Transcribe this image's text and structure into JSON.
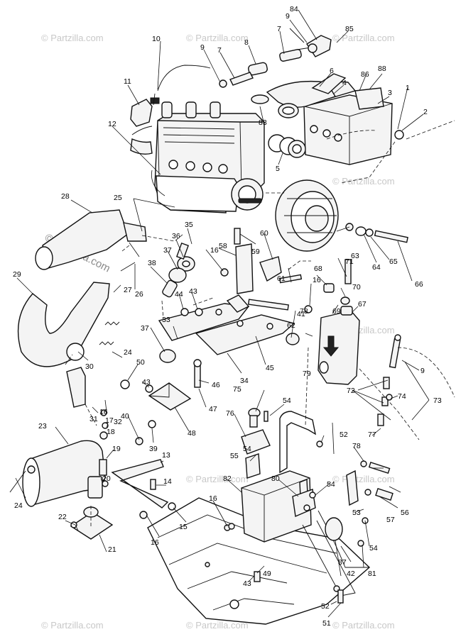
{
  "watermark": {
    "main": "© Partzilla.com",
    "faint": "© Partzilla.com"
  },
  "callouts": {
    "c1": "1",
    "c2": "2",
    "c3": "3",
    "c4": "4",
    "c5": "5",
    "c6": "6",
    "c7a": "7",
    "c7b": "7",
    "c8": "8",
    "c9a": "9",
    "c9b": "9",
    "c9c": "9",
    "c10": "10",
    "c11": "11",
    "c12": "12",
    "c13": "13",
    "c14": "14",
    "c15": "15",
    "c16a": "16",
    "c16b": "16",
    "c16c": "16",
    "c16d": "16",
    "c16e": "16",
    "c17": "17",
    "c18": "18",
    "c19": "19",
    "c20": "20",
    "c21": "21",
    "c22": "22",
    "c23": "23",
    "c24a": "24",
    "c24b": "24",
    "c25": "25",
    "c26": "26",
    "c27": "27",
    "c28": "28",
    "c29": "29",
    "c30": "30",
    "c31": "31",
    "c32": "32",
    "c33": "33",
    "c34": "34",
    "c35": "35",
    "c36": "36",
    "c37a": "37",
    "c37b": "37",
    "c38": "38",
    "c39": "39",
    "c40": "40",
    "c41": "41",
    "c42": "42",
    "c43a": "43",
    "c43b": "43",
    "c43c": "43",
    "c44": "44",
    "c45": "45",
    "c46": "46",
    "c47": "47",
    "c48": "48",
    "c49": "49",
    "c50": "50",
    "c51": "51",
    "c52a": "52",
    "c52b": "52",
    "c53": "53",
    "c54a": "54",
    "c54b": "54",
    "c54c": "54",
    "c54d": "54",
    "c55": "55",
    "c56": "56",
    "c57": "57",
    "c58": "58",
    "c59": "59",
    "c60": "60",
    "c61": "61",
    "c62": "62",
    "c63": "63",
    "c64": "64",
    "c65": "65",
    "c66": "66",
    "c67": "67",
    "c68": "68",
    "c69": "69",
    "c70": "70",
    "c71": "71",
    "c72": "72",
    "c73": "73",
    "c74": "74",
    "c75": "75",
    "c76": "76",
    "c77": "77",
    "c78a": "78",
    "c78b": "78",
    "c79": "79",
    "c80": "80",
    "c81": "81",
    "c82": "82",
    "c83": "83",
    "c84": "84",
    "c85": "85",
    "c86": "86",
    "c87": "87",
    "c88": "88"
  }
}
